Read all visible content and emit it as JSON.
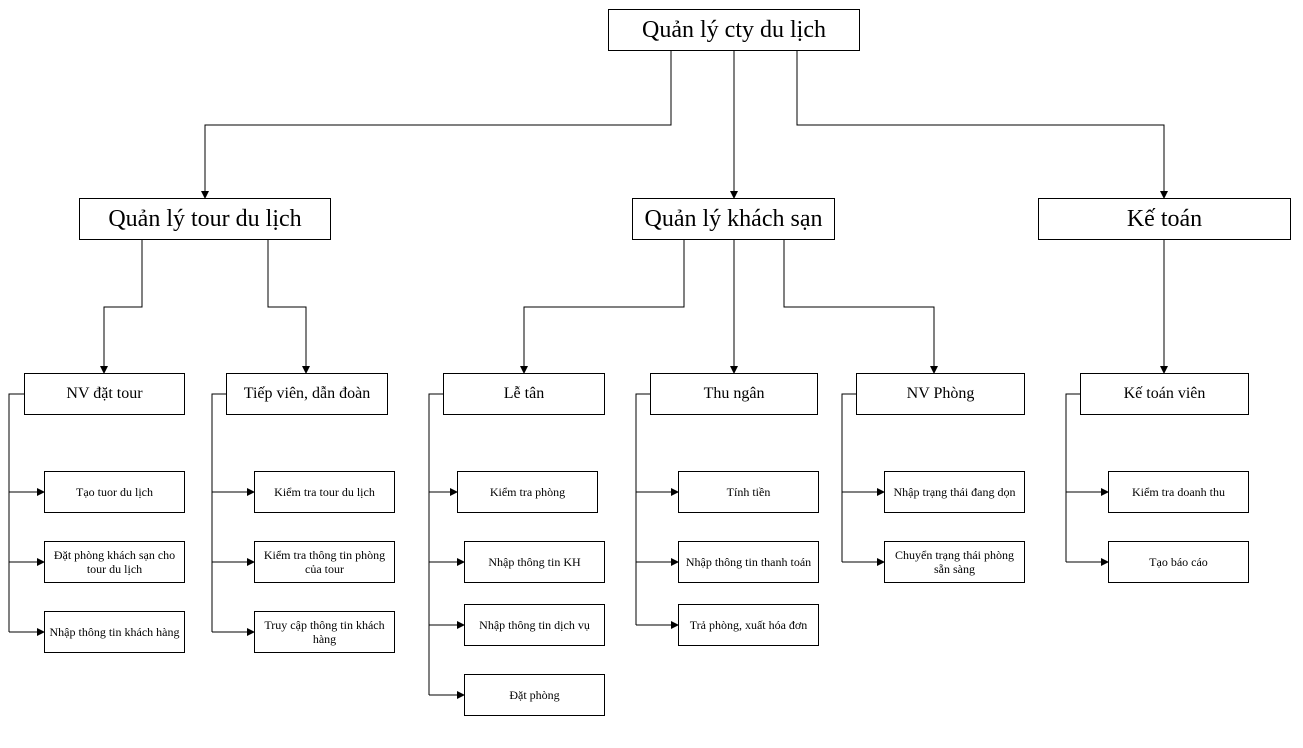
{
  "root": {
    "label": "Quản lý cty du lịch"
  },
  "departments": [
    {
      "label": "Quản lý tour du lịch",
      "roles": [
        {
          "label": "NV đặt tour",
          "tasks": [
            "Tạo tuor du lịch",
            "Đặt phòng khách sạn cho tour du lịch",
            "Nhập thông tin khách hàng"
          ]
        },
        {
          "label": "Tiếp viên, dẫn đoàn",
          "tasks": [
            "Kiểm tra tour du lịch",
            "Kiểm tra thông tin phòng của tour",
            "Truy cập thông tin khách hàng"
          ]
        }
      ]
    },
    {
      "label": "Quản lý khách sạn",
      "roles": [
        {
          "label": "Lễ tân",
          "tasks": [
            "Kiểm tra phòng",
            "Nhập thông tin KH",
            "Nhập thông tin dịch vụ",
            "Đặt phòng"
          ]
        },
        {
          "label": "Thu ngân",
          "tasks": [
            "Tính tiền",
            "Nhập thông tin thanh toán",
            "Trả phòng, xuất hóa đơn"
          ]
        },
        {
          "label": "NV Phòng",
          "tasks": [
            "Nhập trạng thái đang dọn",
            "Chuyển trạng thái phòng sẵn sàng"
          ]
        }
      ]
    },
    {
      "label": "Kế toán",
      "roles": [
        {
          "label": "Kế toán viên",
          "tasks": [
            "Kiểm tra doanh thu",
            "Tạo báo cáo"
          ]
        }
      ]
    }
  ]
}
